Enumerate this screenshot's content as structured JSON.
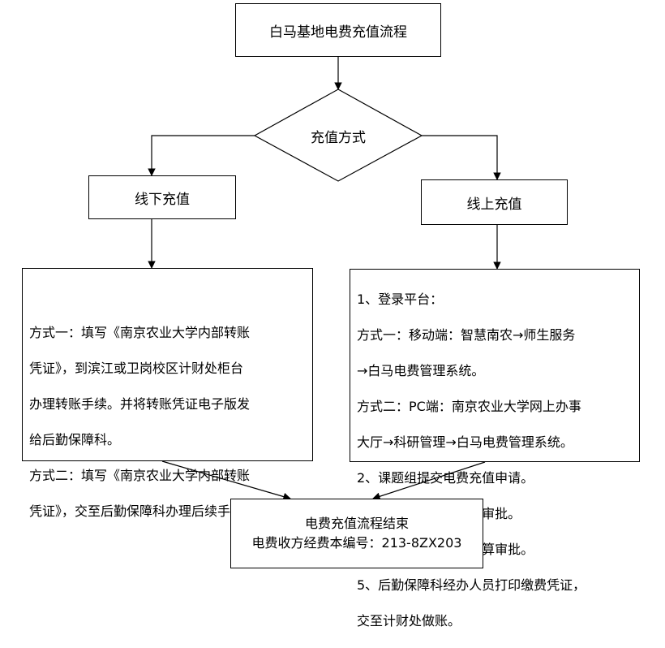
{
  "nodes": {
    "start": {
      "text": "白马基地电费充值流程"
    },
    "decision": {
      "text": "充值方式"
    },
    "offline": {
      "text": "线下充值"
    },
    "online": {
      "text": "线上充值"
    },
    "offline_detail": {
      "lines": [
        "方式一：填写《南京农业大学内部转账",
        "凭证》，到滨江或卫岗校区计财处柜台",
        "办理转账手续。并将转账凭证电子版发",
        "给后勤保障科。",
        "方式二：填写《南京农业大学内部转账",
        "凭证》，交至后勤保障科办理后续手续。"
      ]
    },
    "online_detail": {
      "lines": [
        "1、登录平台：",
        "方式一：移动端：智慧南农→师生服务",
        "→白马电费管理系统。",
        "方式二：PC端：南京农业大学网上办事",
        "大厅→科研管理→白马电费管理系统。",
        "2、课题组提交电费充值申请。",
        "3、经费本负责人线上审批。",
        "4、系统管理员线上结算审批。",
        "5、后勤保障科经办人员打印缴费凭证，",
        "交至计财处做账。"
      ]
    },
    "end": {
      "line1": "电费充值流程结束",
      "line2": "电费收方经费本编号：213-8ZX203"
    }
  }
}
